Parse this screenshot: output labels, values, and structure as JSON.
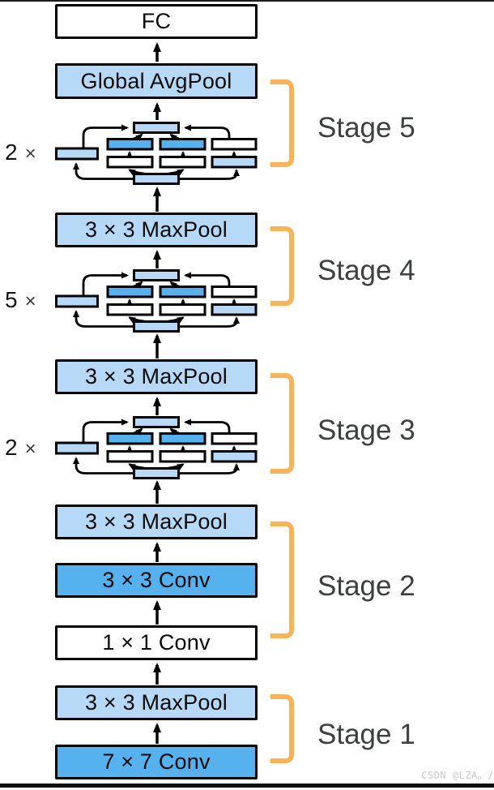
{
  "diagram": {
    "description": "GoogLeNet-style CNN architecture, data flow bottom to top",
    "layers": [
      {
        "label": "FC",
        "fill": "white"
      },
      {
        "label": "Global AvgPool",
        "fill": "light-blue"
      },
      {
        "label": "3 × 3 MaxPool",
        "fill": "light-blue"
      },
      {
        "label": "3 × 3 MaxPool",
        "fill": "light-blue"
      },
      {
        "label": "3 × 3 MaxPool",
        "fill": "light-blue"
      },
      {
        "label": "3 × 3 Conv",
        "fill": "dark-blue"
      },
      {
        "label": "1 × 1 Conv",
        "fill": "white"
      },
      {
        "label": "3 × 3 MaxPool",
        "fill": "light-blue"
      },
      {
        "label": "7 × 7 Conv",
        "fill": "dark-blue"
      }
    ],
    "modules": [
      {
        "count": "2",
        "symbol": "×",
        "stage": "Stage 5"
      },
      {
        "count": "5",
        "symbol": "×",
        "stage": "Stage 4"
      },
      {
        "count": "2",
        "symbol": "×",
        "stage": "Stage 3"
      }
    ],
    "stages": [
      {
        "label": "Stage 5"
      },
      {
        "label": "Stage 4"
      },
      {
        "label": "Stage 3"
      },
      {
        "label": "Stage 2"
      },
      {
        "label": "Stage 1"
      }
    ]
  },
  "colors": {
    "box_light_blue": "#B5D9F6",
    "box_dark_blue": "#55B2EF",
    "box_white": "#FFFFFF",
    "outline_black": "#000000",
    "stage_bracket_orange": "#F9B254",
    "stage_label_gray": "#3E4040"
  },
  "watermark": {
    "text": "CSDN @LZA。/"
  }
}
